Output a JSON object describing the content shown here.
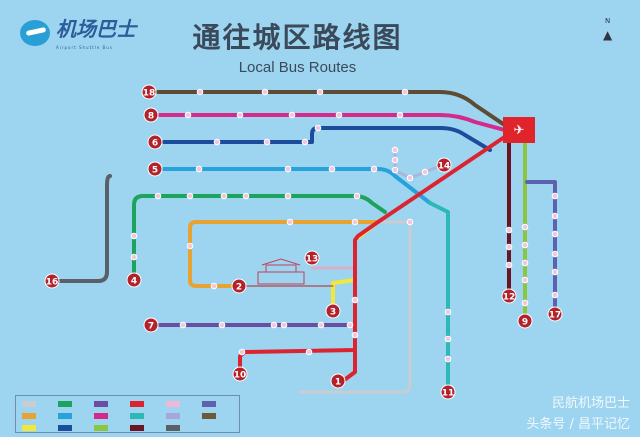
{
  "header": {
    "logo_text": "机场巴士",
    "logo_subtitle": "Airport Shuttle Bus",
    "title_cn": "通往城区路线图",
    "title_en": "Local Bus Routes",
    "north_label": "N"
  },
  "airport": {
    "icon": "airplane-icon",
    "color": "#e0242c"
  },
  "routes": [
    {
      "number": "18",
      "color": "#5e4b33"
    },
    {
      "number": "8",
      "color": "#d42a8c"
    },
    {
      "number": "6",
      "color": "#1c4c9c"
    },
    {
      "number": "5",
      "color": "#27a3dc"
    },
    {
      "number": "16",
      "color": "#5a6068"
    },
    {
      "number": "4",
      "color": "#1da35b"
    },
    {
      "number": "2",
      "color": "#e7a332"
    },
    {
      "number": "13",
      "color": "#d6b0c8"
    },
    {
      "number": "3",
      "color": "#f2e83c"
    },
    {
      "number": "1",
      "color": "#dc2430"
    },
    {
      "number": "7",
      "color": "#6a4ea0"
    },
    {
      "number": "10",
      "color": "#dc2430"
    },
    {
      "number": "14",
      "color": "#a9b6dc"
    },
    {
      "number": "11",
      "color": "#2db8b6"
    },
    {
      "number": "12",
      "color": "#6b1424"
    },
    {
      "number": "9",
      "color": "#8cc63f"
    },
    {
      "number": "17",
      "color": "#5c62b0"
    }
  ],
  "badge_color": "#b3222a",
  "legend_colors": [
    "#c9ccd0",
    "#1da35b",
    "#6a4ea0",
    "#dc2430",
    "#f0b8d8",
    "#5c62b0",
    "#e7a332",
    "#27a3dc",
    "#d42a8c",
    "#2db8b6",
    "#a9a6dc",
    "#6a5a3a",
    "#f2e83c",
    "#1c4c9c",
    "#8cc63f",
    "#6b1424",
    "#5a6068"
  ],
  "watermark": {
    "line1": "民航机场巴士",
    "line2": "头条号 / 昌平记忆"
  }
}
